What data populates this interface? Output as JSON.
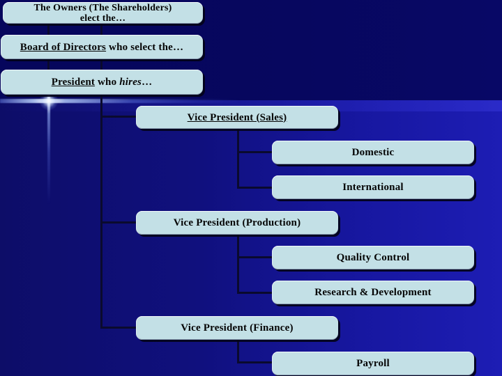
{
  "slide": {
    "kind": "presentation-slide-org-chart",
    "colors": {
      "background_top": "#07075f",
      "background_bottom_left": "#0d0d68",
      "background_bottom_right": "#1d1db4",
      "box_fill": "#c3e0e6",
      "box_text": "#050505",
      "connector": "#0a0a2e",
      "flare": "#ffffff"
    }
  },
  "org_chart": {
    "nodes": {
      "owners": {
        "line1": "The Owners (The Shareholders)",
        "line2": "elect the…"
      },
      "board": {
        "underlined": "Board of Directors",
        "rest": " who select the…"
      },
      "president": {
        "underlined": "President",
        "mid": " who ",
        "italic": "hires",
        "suffix": "…"
      },
      "vp_sales": {
        "label": "Vice President (Sales)"
      },
      "domestic": {
        "label": "Domestic"
      },
      "international": {
        "label": "International"
      },
      "vp_production": {
        "label": "Vice President (Production)"
      },
      "quality_control": {
        "label": "Quality Control"
      },
      "rnd": {
        "label": "Research & Development"
      },
      "vp_finance": {
        "label": "Vice President (Finance)"
      },
      "payroll": {
        "label": "Payroll"
      }
    },
    "hierarchy": {
      "chain": [
        "owners",
        "board",
        "president"
      ],
      "president_reports": [
        {
          "id": "vp_sales",
          "children": [
            "domestic",
            "international"
          ]
        },
        {
          "id": "vp_production",
          "children": [
            "quality_control",
            "rnd"
          ]
        },
        {
          "id": "vp_finance",
          "children": [
            "payroll"
          ]
        }
      ]
    }
  }
}
